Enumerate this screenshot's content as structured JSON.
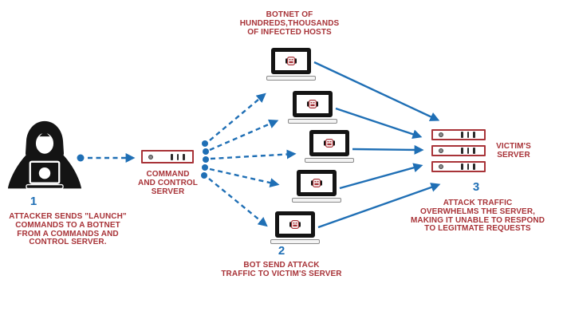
{
  "colors": {
    "red": "#a83338",
    "blue": "#1f6fb5",
    "black": "#141414"
  },
  "title": {
    "lines": [
      "BOTNET OF",
      "HUNDREDS,THOUSANDS",
      "OF INFECTED HOSTS"
    ]
  },
  "steps": {
    "step1": {
      "number": "1",
      "caption_lines": [
        "ATTACKER SENDS \"LAUNCH\"",
        "COMMANDS TO A BOTNET",
        "FROM A COMMANDS AND",
        "CONTROL SERVER."
      ]
    },
    "step2": {
      "number": "2",
      "caption_lines": [
        "BOT SEND ATTACK",
        "TRAFFIC TO VICTIM'S SERVER"
      ]
    },
    "step3": {
      "number": "3",
      "caption_lines": [
        "ATTACK TRAFFIC",
        "OVERWHELMS THE SERVER,",
        "MAKING IT UNABLE TO RESPOND",
        "TO LEGITMATE REQUESTS"
      ]
    }
  },
  "cnc_server": {
    "label_lines": [
      "COMMAND",
      "AND CONTROL",
      "SERVER"
    ]
  },
  "victim_server": {
    "label_lines": [
      "VICTIM'S",
      "SERVER"
    ],
    "box_count": 3
  },
  "botnet": {
    "host_count": 5
  },
  "icons": {
    "attacker": "hooded-hacker-with-laptop",
    "host": "infected-laptop-with-malware-bug",
    "server": "rack-server-unit",
    "flow": "blue-arrows-dashed-commands-solid-attack-traffic"
  }
}
